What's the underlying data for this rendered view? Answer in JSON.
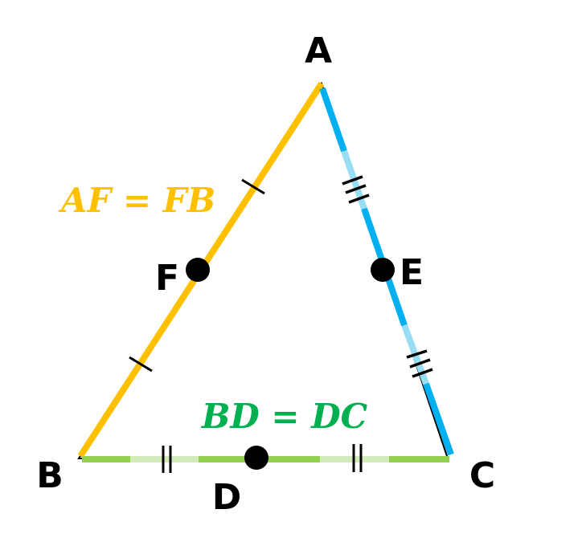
{
  "points": {
    "A": "A",
    "B": "B",
    "C": "C",
    "D": "D",
    "E": "E",
    "F": "F"
  },
  "equations": {
    "af_fb": "AF = FB",
    "bd_dc": "BD = DC"
  },
  "colors": {
    "ab": "#FFC000",
    "ac": "#00B0F0",
    "ac_light": "#99DDF5",
    "bc": "#92D050",
    "bc_light": "#D3EBBB",
    "eq_af": "#FFC000",
    "eq_bd": "#00B050"
  }
}
